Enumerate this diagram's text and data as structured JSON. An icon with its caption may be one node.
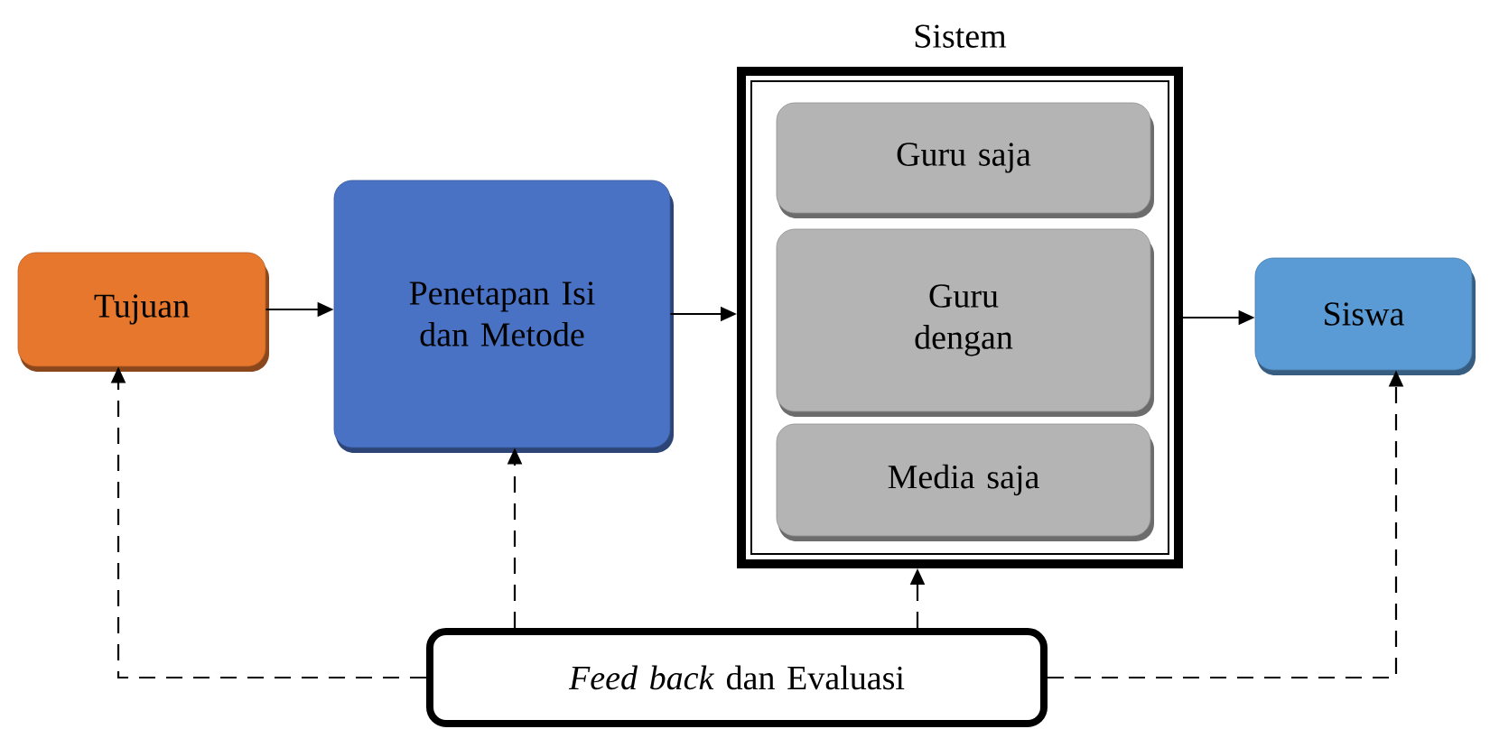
{
  "diagram": {
    "nodes": [
      {
        "text": [
          "Tujuan"
        ]
      },
      {
        "text": [
          "Penetapan Isi dan Metode"
        ]
      },
      {
        "text": [
          "Sistem"
        ]
      },
      {
        "text": [
          "Guru saja"
        ],
        "in": 2
      },
      {
        "text": [
          "Guru dengan"
        ],
        "in": 2
      },
      {
        "text": [
          "Media saja"
        ],
        "in": 2
      },
      {
        "text": [
          "Siswa"
        ]
      },
      {
        "text": [
          "*Feed back* dan Evaluasi"
        ]
      }
    ],
    "edges": [
      {
        "from": 0,
        "to": 1,
        "arrow": "to"
      },
      {
        "from": 1,
        "to": 2,
        "arrow": "to"
      },
      {
        "from": 2,
        "to": 6,
        "arrow": "to"
      },
      {
        "from": 7,
        "to": 0,
        "arrow": "to",
        "style": "dashed"
      },
      {
        "from": 7,
        "to": 1,
        "arrow": "to",
        "style": "dashed"
      },
      {
        "from": 7,
        "to": 2,
        "arrow": "to",
        "style": "dashed"
      },
      {
        "from": 7,
        "to": 6,
        "arrow": "to",
        "style": "dashed"
      }
    ]
  }
}
